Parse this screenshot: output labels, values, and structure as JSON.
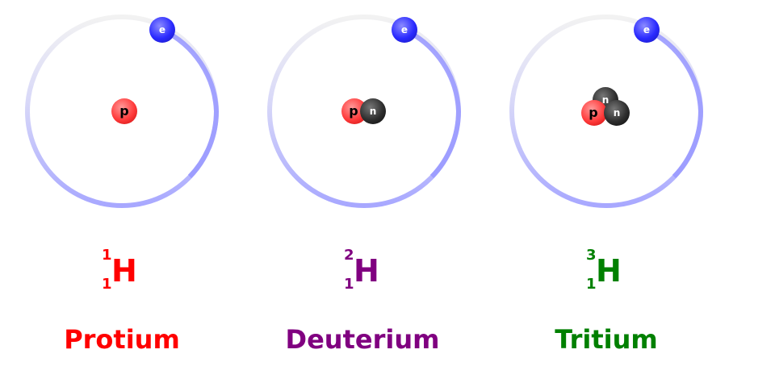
{
  "isotopes": [
    {
      "name": "Protium",
      "mass_number": "1",
      "atomic_number": "1",
      "element_symbol": "H",
      "color": "#ff0000",
      "protons": 1,
      "neutrons": 0
    },
    {
      "name": "Deuterium",
      "mass_number": "2",
      "atomic_number": "1",
      "element_symbol": "H",
      "color": "#800080",
      "protons": 1,
      "neutrons": 1
    },
    {
      "name": "Tritium",
      "mass_number": "3",
      "atomic_number": "1",
      "element_symbol": "H",
      "color": "#008000",
      "protons": 1,
      "neutrons": 2
    }
  ],
  "particle_labels": {
    "electron": "e",
    "proton": "p",
    "neutron": "n"
  },
  "colors": {
    "orbit": "#9999ff",
    "electron": "#3333ff",
    "proton": "#ff4444",
    "neutron": "#333333"
  }
}
